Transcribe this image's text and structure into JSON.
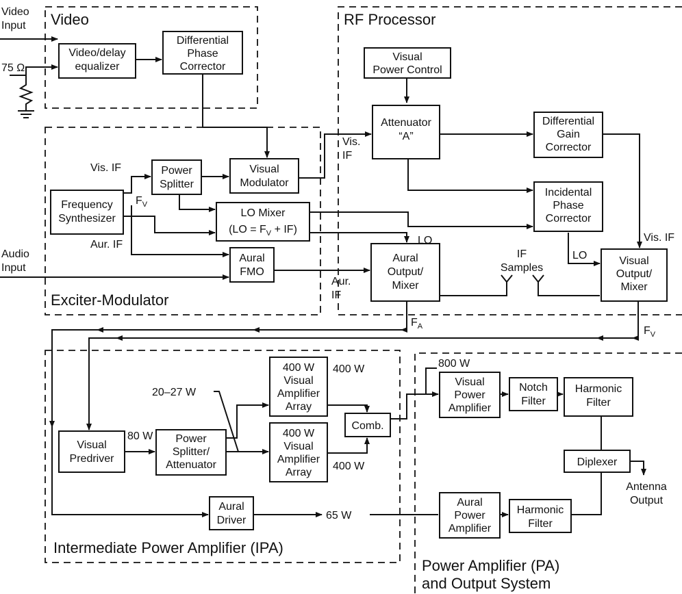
{
  "sections": {
    "video": "Video",
    "rf_processor": "RF Processor",
    "exciter_modulator": "Exciter-Modulator",
    "ipa": "Intermediate Power Amplifier (IPA)",
    "pa_line1": "Power Amplifier (PA)",
    "pa_line2": "and Output System"
  },
  "blocks": {
    "video_delay_eq": [
      "Video/delay",
      "equalizer"
    ],
    "diff_phase_corr": [
      "Differential",
      "Phase",
      "Corrector"
    ],
    "visual_power_control": [
      "Visual",
      "Power Control"
    ],
    "attenuator_a": [
      "Attenuator",
      "“A”"
    ],
    "diff_gain_corr": [
      "Differential",
      "Gain",
      "Corrector"
    ],
    "incidental_phase_corr": [
      "Incidental",
      "Phase",
      "Corrector"
    ],
    "visual_output_mixer": [
      "Visual",
      "Output/",
      "Mixer"
    ],
    "aural_output_mixer": [
      "Aural",
      "Output/",
      "Mixer"
    ],
    "frequency_synth": [
      "Frequency",
      "Synthesizer"
    ],
    "power_splitter": [
      "Power",
      "Splitter"
    ],
    "visual_modulator": [
      "Visual",
      "Modulator"
    ],
    "lo_mixer_l1": "LO Mixer",
    "lo_mixer_l2a": "(LO = F",
    "lo_mixer_l2sub": "V",
    "lo_mixer_l2b": " + IF)",
    "aural_fmo": [
      "Aural",
      "FMO"
    ],
    "visual_predriver": [
      "Visual",
      "Predriver"
    ],
    "power_splitter_att": [
      "Power",
      "Splitter/",
      "Attenuator"
    ],
    "amp_array_top": [
      "400 W",
      "Visual",
      "Amplifier",
      "Array"
    ],
    "amp_array_bottom": [
      "400 W",
      "Visual",
      "Amplifier",
      "Array"
    ],
    "comb": "Comb.",
    "aural_driver": [
      "Aural",
      "Driver"
    ],
    "visual_pa": [
      "Visual",
      "Power",
      "Amplifier"
    ],
    "notch_filter": [
      "Notch",
      "Filter"
    ],
    "harmonic_filter_top": [
      "Harmonic",
      "Filter"
    ],
    "diplexer": "Diplexer",
    "aural_pa": [
      "Aural",
      "Power",
      "Amplifier"
    ],
    "harmonic_filter_bottom": [
      "Harmonic",
      "Filter"
    ]
  },
  "labels": {
    "video_input": [
      "Video",
      "Input"
    ],
    "ohm_75": "75 Ω",
    "audio_input": [
      "Audio",
      "Input"
    ],
    "vis_if_exciter": "Vis. IF",
    "fv_main": "F",
    "fv_sub": "V",
    "aur_if_exciter": "Aur. IF",
    "vis_if_rf": [
      "Vis.",
      "IF"
    ],
    "aur_if_rf": [
      "Aur.",
      "IF"
    ],
    "lo_aural": "LO",
    "lo_visual": "LO",
    "vis_if_right": "Vis. IF",
    "if_samples": [
      "IF",
      "Samples"
    ],
    "fa_main": "F",
    "fa_sub": "A",
    "fv2_main": "F",
    "fv2_sub": "V",
    "w80": "80 W",
    "w20_27": "20–27 W",
    "w400_top": "400 W",
    "w400_bottom": "400 W",
    "w800": "800 W",
    "w65": "65 W",
    "antenna_output": [
      "Antenna",
      "Output"
    ]
  }
}
